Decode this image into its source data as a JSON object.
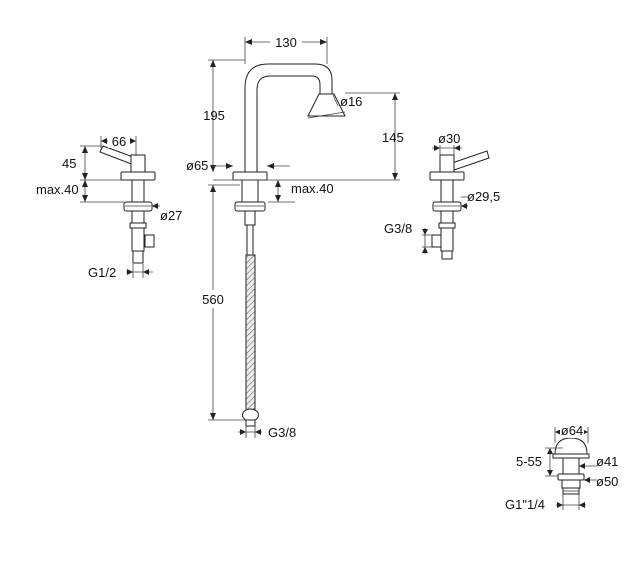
{
  "spout": {
    "width": "130",
    "height": "195",
    "outlet_diameter": "ø16",
    "outlet_height": "145",
    "base_diameter": "ø65",
    "max_deck": "max.40",
    "hose_length": "560",
    "hose_thread": "G3/8"
  },
  "left_handle": {
    "lever_length": "66",
    "lever_height": "45",
    "max_deck": "max.40",
    "nut_diameter": "ø27",
    "thread": "G1/2"
  },
  "right_handle": {
    "knob_diameter": "ø30",
    "nut_diameter": "ø29,5",
    "thread": "G3/8"
  },
  "drain": {
    "cap_diameter": "ø64",
    "height_range": "5-55",
    "body_diameter": "ø41",
    "flange_diameter": "ø50",
    "thread": "G1\"1/4"
  }
}
